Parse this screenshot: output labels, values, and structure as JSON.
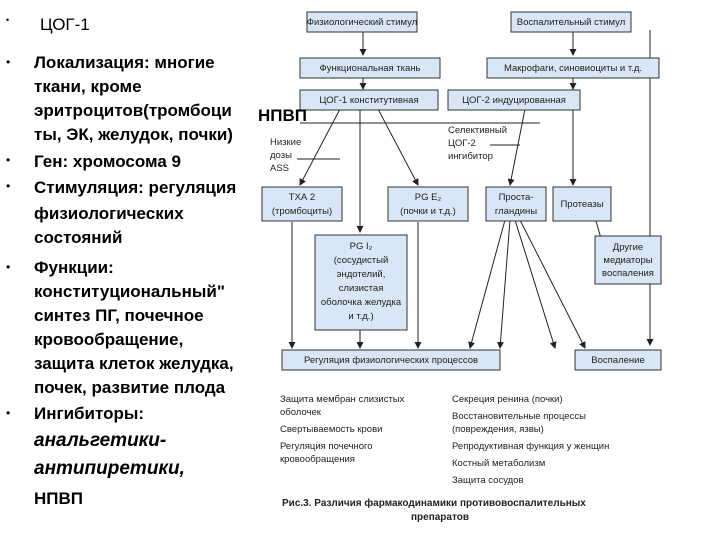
{
  "slide": {
    "title": "ЦОГ-1",
    "loc_1": "Локализация: многие",
    "loc_2": "ткани, кроме",
    "loc_3": "эритроцитов(тромбоци",
    "loc_4": "ты, ЭК, желудок, почки)",
    "gene": "Ген: хромосома 9",
    "stim_1": "Стимуляция: регуляция",
    "stim_2": "физиологических",
    "stim_3": "состояний",
    "func_1": "Функции:",
    "func_2": "конституциональный\"",
    "func_3": "синтез ПГ, почечное",
    "func_4": "кровообращение,",
    "func_5": "защита клеток желудка,",
    "func_6": "почек, развитие плода",
    "inh": "Ингибиторы:",
    "inh_it1": "анальгетики-",
    "inh_it2": "антипиретики,",
    "inh_last": "НПВП",
    "bullet_glyph": "•"
  },
  "diagram": {
    "phys_stimulus": "Физиологический стимул",
    "infl_stimulus": "Воспалительный стимул",
    "func_tissue": "Функциональная ткань",
    "macrophages": "Макрофаги, синовиоциты и т.д.",
    "cox1": "ЦОГ-1 конститутивная",
    "cox2": "ЦОГ-2 индуцированная",
    "npvp": "НПВП",
    "low_doses_1": "Низкие",
    "low_doses_2": "дозы",
    "low_doses_3": "ASS",
    "selective_1": "Селективный",
    "selective_2": "ЦОГ-2",
    "selective_3": "ингибитор",
    "txa2_1": "ТХА 2",
    "txa2_2": "(тромбоциты)",
    "pge2_1": "PG E₂",
    "pge2_2": "(почки и т.д.)",
    "prosta_1": "Проста-",
    "prosta_2": "гландины",
    "proteases": "Протеазы",
    "pgi2_1": "PG I₂",
    "pgi2_2": "(сосудистый",
    "pgi2_3": "эндотелий,",
    "pgi2_4": "слизистая",
    "pgi2_5": "оболочка желудка",
    "pgi2_6": "и т.д.)",
    "other_1": "Другие",
    "other_2": "медиаторы",
    "other_3": "воспаления",
    "regulation": "Регуляция физиологических процессов",
    "inflammation": "Воспаление",
    "eff_left_1": "Защита мембран слизистых",
    "eff_left_2": "оболочек",
    "eff_left_3": "Свертываемость крови",
    "eff_left_4": "Регуляция почечного",
    "eff_left_5": "кровообращения",
    "eff_right_1": "Секреция ренина (почки)",
    "eff_right_2": "Восстановительные процессы",
    "eff_right_3": "(повреждения, язвы)",
    "eff_right_4": "Репродуктивная функция у женщин",
    "eff_right_5": "Костный метаболизм",
    "eff_right_6": "Защита сосудов",
    "caption_1": "Рис.3. Различия фармакодинамики противовоспалительных",
    "caption_2": "препаратов"
  }
}
